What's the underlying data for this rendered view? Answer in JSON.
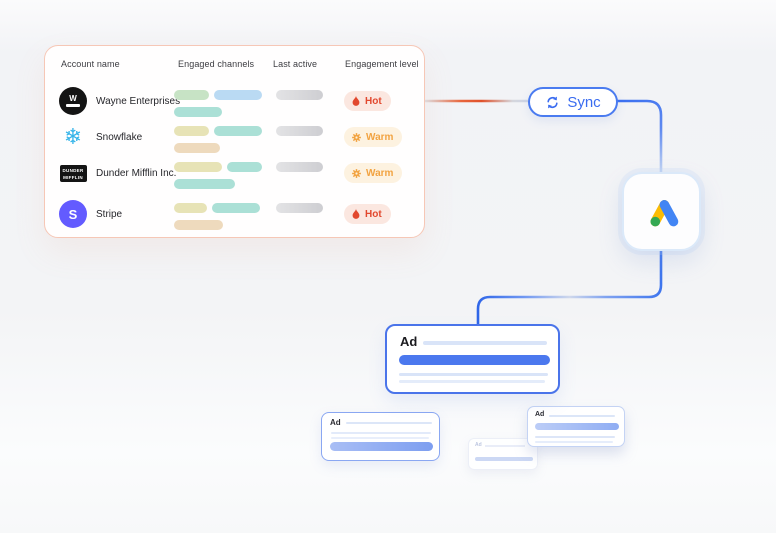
{
  "crm_table": {
    "headers": [
      "Account name",
      "Engaged channels",
      "Last active",
      "Engagement level"
    ],
    "rows": [
      {
        "account": "Wayne Enterprises",
        "logo": {
          "type": "wayne",
          "name": "wayne-enterprises-logo",
          "bg": "#141414",
          "text": "W"
        },
        "channels": {
          "line1": [
            {
              "color": "#c7e3c5",
              "width": 35
            },
            {
              "color": "#badaf3",
              "width": 48
            }
          ],
          "line2": [
            {
              "color": "#abe0d6",
              "width": 48
            }
          ]
        },
        "engagement": {
          "label": "Hot",
          "level": "hot"
        }
      },
      {
        "account": "Snowflake",
        "logo": {
          "type": "glyph",
          "name": "snowflake-logo",
          "glyph": "❄",
          "color": "#35b4e9"
        },
        "channels": {
          "line1": [
            {
              "color": "#e7e3b6",
              "width": 35
            },
            {
              "color": "#abe0d6",
              "width": 48
            }
          ],
          "line2": [
            {
              "color": "#eedabd",
              "width": 46
            }
          ]
        },
        "engagement": {
          "label": "Warm",
          "level": "warm"
        }
      },
      {
        "account": "Dunder Mifflin Inc.",
        "logo": {
          "type": "rect",
          "name": "dunder-mifflin-logo",
          "bg": "#141414",
          "lines": [
            "DUNDER",
            "MIFFLIN"
          ]
        },
        "channels": {
          "line1": [
            {
              "color": "#e7e3b6",
              "width": 48
            },
            {
              "color": "#abe0d6",
              "width": 35
            }
          ],
          "line2": [
            {
              "color": "#abe0d6",
              "width": 61
            }
          ]
        },
        "engagement": {
          "label": "Warm",
          "level": "warm"
        }
      },
      {
        "account": "Stripe",
        "logo": {
          "type": "circle",
          "name": "stripe-logo",
          "bg": "#635bff",
          "text": "S"
        },
        "channels": {
          "line1": [
            {
              "color": "#e7e3b6",
              "width": 33
            },
            {
              "color": "#abe0d6",
              "width": 48
            }
          ],
          "line2": [
            {
              "color": "#eedabd",
              "width": 49
            }
          ]
        },
        "engagement": {
          "label": "Hot",
          "level": "hot"
        }
      }
    ],
    "last_active_bar_width": 47
  },
  "sync_button": {
    "label": "Sync",
    "icon": "sync-arrows-icon"
  },
  "google_ads": {
    "icon": "google-ads-logo"
  },
  "ads": {
    "main": {
      "label": "Ad"
    },
    "small_left": {
      "label": "Ad"
    },
    "small_right": {
      "label": "Ad"
    },
    "faded": {
      "label": "Ad"
    }
  },
  "colors": {
    "hot_text": "#e2482e",
    "hot_bg": "#fbe7e0",
    "warm_text": "#f2a341",
    "warm_bg": "#fdf2e0",
    "accent_blue": "#3a6cf0",
    "connector_orange": "#e0512b",
    "card_border_pink": "#f6c7b6",
    "ads_yellow": "#fbbc04",
    "ads_blue": "#4285f4",
    "ads_green": "#34a853"
  }
}
